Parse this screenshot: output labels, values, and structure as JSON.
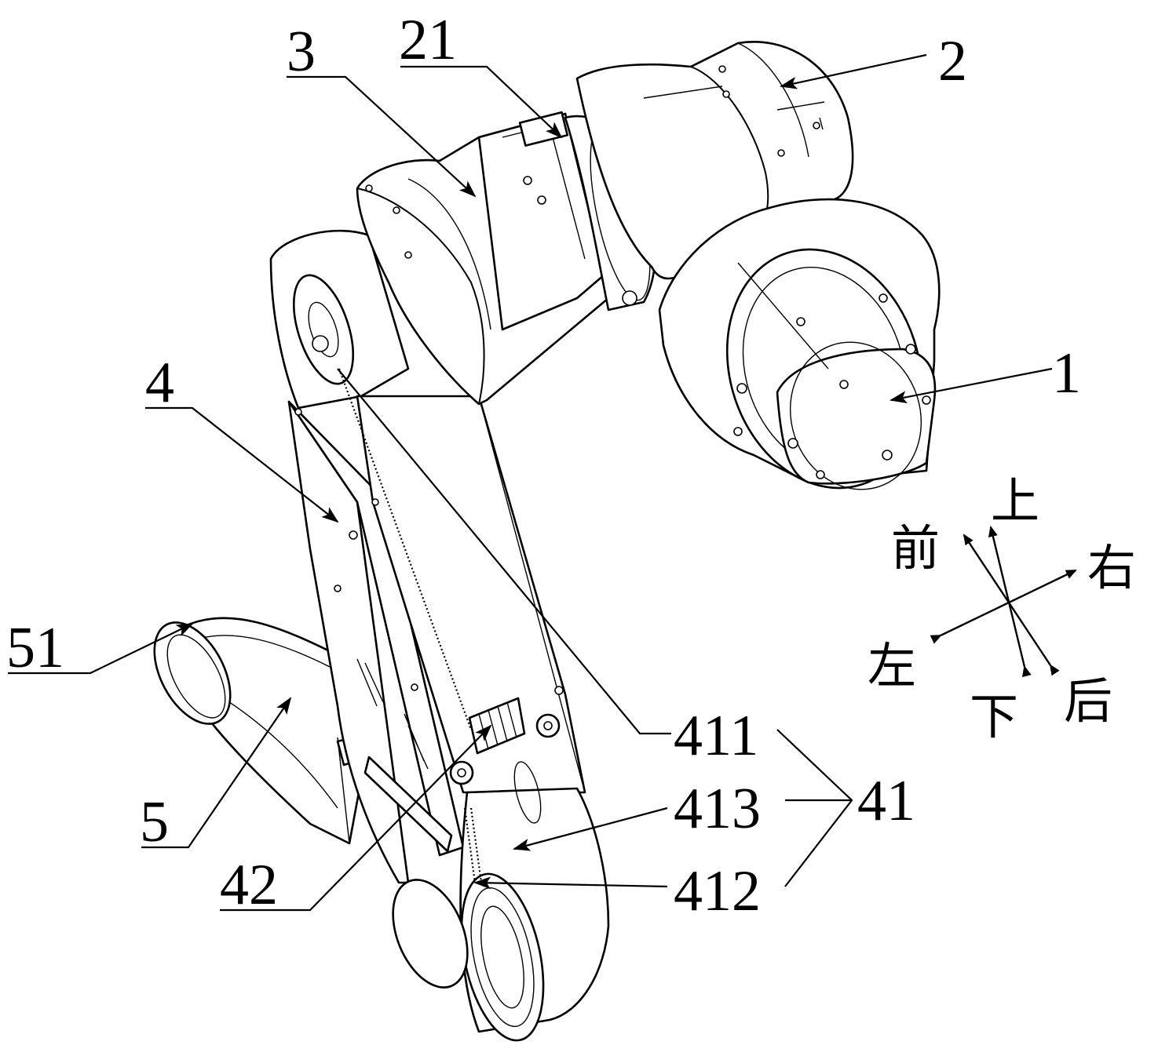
{
  "labels": {
    "l1": "1",
    "l2": "2",
    "l3": "3",
    "l21": "21",
    "l4": "4",
    "l41": "41",
    "l411": "411",
    "l412": "412",
    "l413": "413",
    "l42": "42",
    "l5": "5",
    "l51": "51"
  },
  "directions": {
    "up": "上",
    "down": "下",
    "front": "前",
    "back": "后",
    "left": "左",
    "right": "右"
  }
}
